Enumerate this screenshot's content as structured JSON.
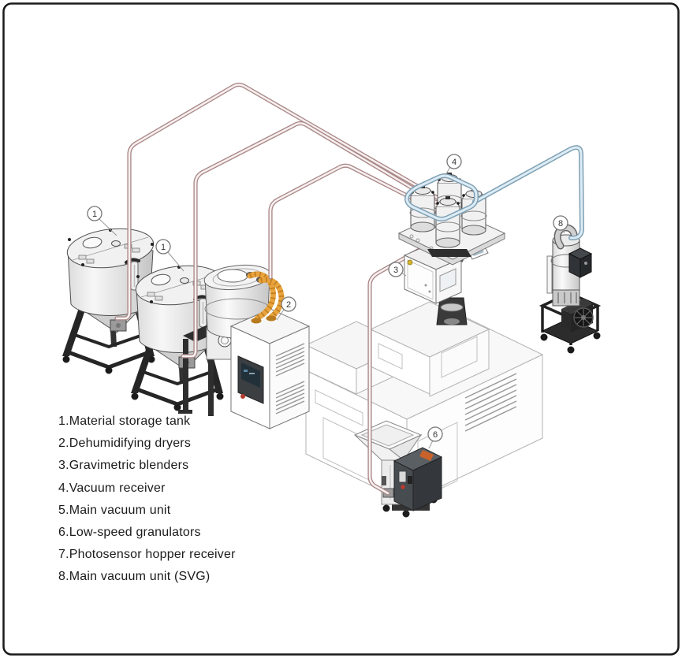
{
  "legend": {
    "items": [
      {
        "text": "1.Material storage tank"
      },
      {
        "text": "2.Dehumidifying dryers"
      },
      {
        "text": "3.Gravimetric blenders"
      },
      {
        "text": "4.Vacuum receiver"
      },
      {
        "text": "5.Main vacuum unit"
      },
      {
        "text": "6.Low-speed granulators"
      },
      {
        "text": "7.Photosensor hopper receiver"
      },
      {
        "text": "8.Main vacuum unit (SVG)"
      }
    ]
  },
  "callouts": {
    "c1a": "1",
    "c1b": "1",
    "c2": "2",
    "c3": "3",
    "c4": "4",
    "c6": "6",
    "c8": "8"
  },
  "colors": {
    "pipe_material_outline": "#ab8888",
    "pipe_material_core": "#f7f0f0",
    "pipe_vacuum_outline": "#7fa0b4",
    "pipe_vacuum_core": "#dcecf5",
    "hose_orange": "#e8a33d",
    "hose_rib": "#bf7c1e",
    "badge_orange": "#c8622a"
  }
}
